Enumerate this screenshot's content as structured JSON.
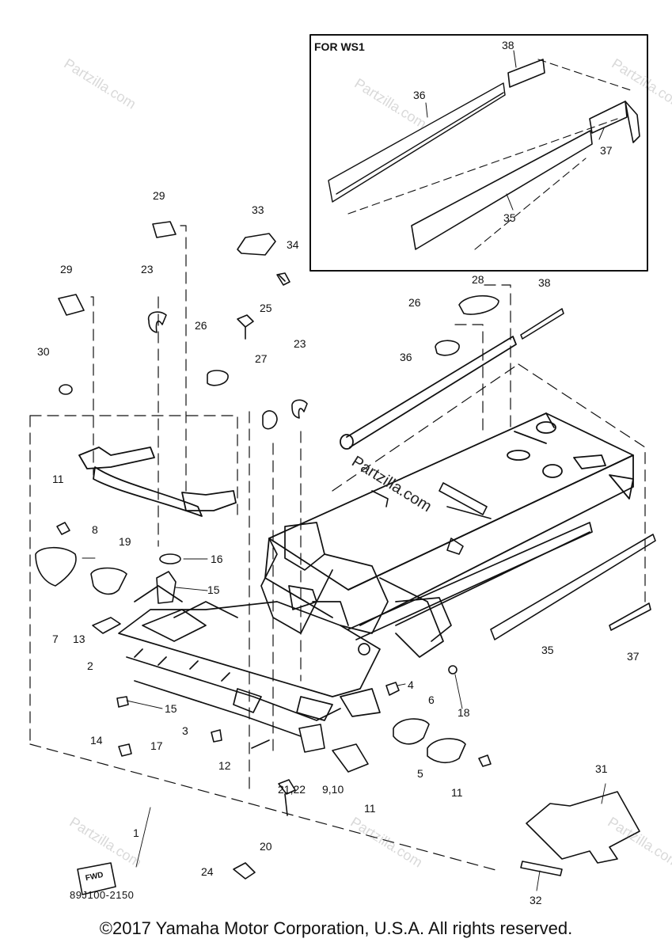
{
  "inset_title": "FOR WS1",
  "drawing_code": "89J100-2150",
  "copyright": "©2017 Yamaha Motor Corporation, U.S.A. All rights reserved.",
  "watermark": "Partzilla.com",
  "fwd_label": "FWD",
  "labels": {
    "n38_inset": "38",
    "n36_inset": "36",
    "n37_inset": "37",
    "n35_inset": "35",
    "n29_top": "29",
    "n33": "33",
    "n34": "34",
    "n29_left": "29",
    "n23_left": "23",
    "n25": "25",
    "n28": "28",
    "n38": "38",
    "n26_left": "26",
    "n26_right": "26",
    "n30": "30",
    "n27": "27",
    "n23_mid": "23",
    "n36": "36",
    "n11_left": "11",
    "n8": "8",
    "n19": "19",
    "n16": "16",
    "n15_top": "15",
    "n7": "7",
    "n13": "13",
    "n2": "2",
    "n35": "35",
    "n37": "37",
    "n4": "4",
    "n6": "6",
    "n18": "18",
    "n15_bottom": "15",
    "n3": "3",
    "n14": "14",
    "n17": "17",
    "n12": "12",
    "n31": "31",
    "n5": "5",
    "n11_right": "11",
    "n21_22": "21,22",
    "n9_10": "9,10",
    "n11_bottom": "11",
    "n1": "1",
    "n20": "20",
    "n32": "32",
    "n24": "24"
  }
}
